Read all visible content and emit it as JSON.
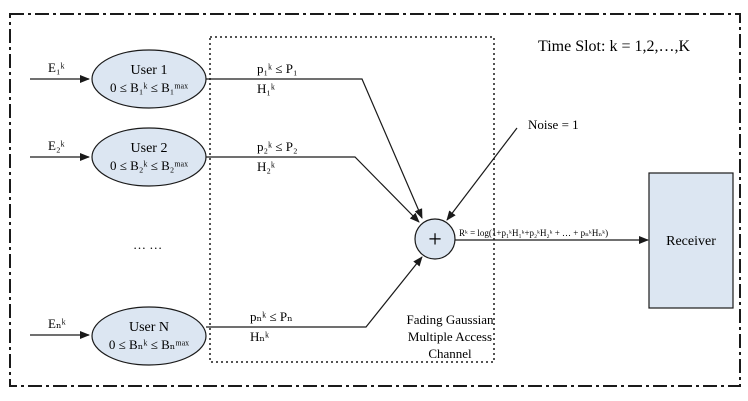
{
  "diagram": {
    "time_slot": "Time Slot: k = 1,2,…,K",
    "noise": "Noise = 1",
    "ellipsis": "… …",
    "receiver": "Receiver",
    "channel": [
      "Fading Gaussian",
      "Multiple Access",
      "Channel"
    ],
    "adder_symbol": "+",
    "rate_formula": "Rᵏ = log(1+p₁ᵏH₁ᵏ+p₂ᵏH₂ᵏ + … + pₙᵏHₙᵏ)",
    "users": [
      {
        "name": "User 1",
        "energy": "E₁ᵏ",
        "battery": "0 ≤ B₁ᵏ ≤ B₁ᵐᵃˣ",
        "power": "p₁ᵏ ≤ P₁",
        "gain": "H₁ᵏ"
      },
      {
        "name": "User 2",
        "energy": "E₂ᵏ",
        "battery": "0 ≤ B₂ᵏ ≤ B₂ᵐᵃˣ",
        "power": "p₂ᵏ ≤ P₂",
        "gain": "H₂ᵏ"
      },
      {
        "name": "User N",
        "energy": "Eₙᵏ",
        "battery": "0 ≤ Bₙᵏ ≤ Bₙᵐᵃˣ",
        "power": "pₙᵏ ≤ Pₙ",
        "gain": "Hₙᵏ"
      }
    ],
    "colors": {
      "ellipse_fill": "#dce6f2",
      "receiver_fill": "#dce6f2",
      "stroke": "#1a1a1a"
    }
  }
}
